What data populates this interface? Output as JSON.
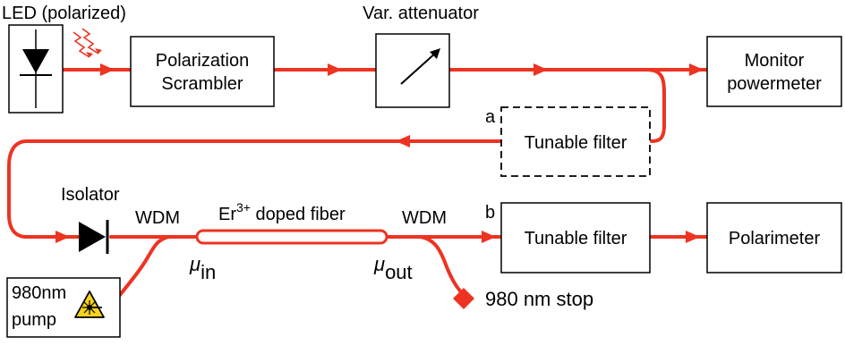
{
  "labels": {
    "led": "LED (polarized)",
    "attenuator": "Var. attenuator",
    "isolator": "Isolator",
    "wdm_in": "WDM",
    "wdm_out": "WDM",
    "fiber_prefix": "Er",
    "fiber_sup": "3+",
    "fiber_suffix": " doped fiber",
    "mu": "μ",
    "mu_in_sub": "in",
    "mu_out_sub": "out",
    "stop": "980 nm stop",
    "path_a": "a",
    "path_b": "b"
  },
  "boxes": {
    "scrambler_line1": "Polarization",
    "scrambler_line2": "Scrambler",
    "monitor_line1": "Monitor",
    "monitor_line2": "powermeter",
    "filter_a": "Tunable filter",
    "filter_b": "Tunable filter",
    "polarimeter": "Polarimeter",
    "pump_line1": "980nm",
    "pump_line2": "pump"
  },
  "colors": {
    "fiber": "#ee3322",
    "warning": "#f5d21c"
  },
  "icons": {
    "led": "diode-icon",
    "emission": "light-emission-icon",
    "attenuator": "adjustable-arrow-icon",
    "isolator": "diode-icon",
    "laser_warning": "laser-warning-icon",
    "stop": "beam-stop-icon"
  }
}
